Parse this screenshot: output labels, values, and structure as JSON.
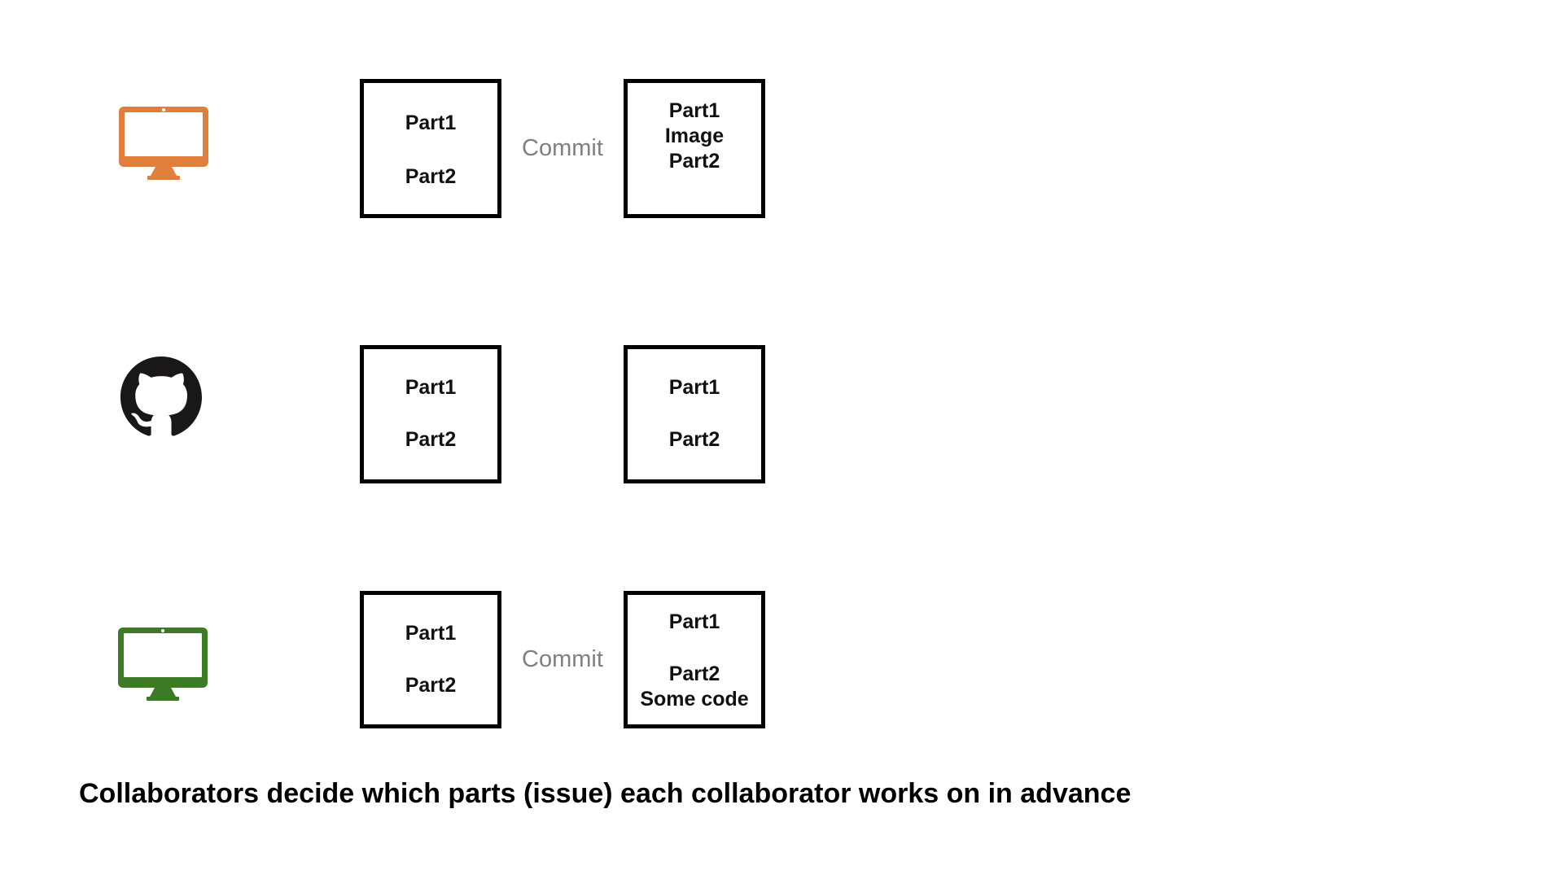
{
  "caption": "Collaborators decide which parts (issue) each collaborator works on in advance",
  "colors": {
    "monitor_orange": "#E07E3C",
    "monitor_green": "#3D7A26",
    "commit_gray": "#808080",
    "box_border": "#000000",
    "github_black": "#191717"
  },
  "rows": [
    {
      "icon": "orange-monitor",
      "left_box": {
        "lines": [
          "Part1",
          "Part2"
        ]
      },
      "commit_label": "Commit",
      "right_box": {
        "lines": [
          "Part1",
          "Image",
          "Part2"
        ]
      }
    },
    {
      "icon": "github-logo",
      "left_box": {
        "lines": [
          "Part1",
          "Part2"
        ]
      },
      "right_box": {
        "lines": [
          "Part1",
          "Part2"
        ]
      }
    },
    {
      "icon": "green-monitor",
      "left_box": {
        "lines": [
          "Part1",
          "Part2"
        ]
      },
      "commit_label": "Commit",
      "right_box": {
        "lines": [
          "Part1",
          "Part2",
          "Some code"
        ]
      }
    }
  ]
}
